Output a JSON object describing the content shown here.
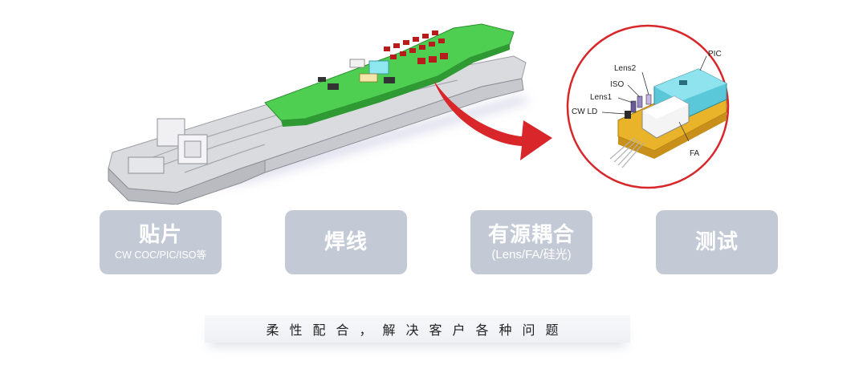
{
  "callout": {
    "labels": {
      "pic": "PIC",
      "lens2": "Lens2",
      "iso": "ISO",
      "lens1": "Lens1",
      "cw_ld": "CW LD",
      "fa": "FA"
    },
    "ring_color": "#d8262b",
    "arrow_color": "#d8262b"
  },
  "steps": [
    {
      "title": "贴片",
      "subtitle": "CW COC/PIC/ISO等"
    },
    {
      "title": "焊线",
      "subtitle": ""
    },
    {
      "title": "有源耦合",
      "subtitle": "(Lens/FA/硅光)"
    },
    {
      "title": "测试",
      "subtitle": ""
    }
  ],
  "tagline": "柔性配合，解决客户各种问题",
  "colors": {
    "step_bg": "#c3cad6",
    "pcb_green": "#4fcf52",
    "housing_gray": "#d9dadd",
    "submount_gold": "#e9b42a",
    "pic_cyan": "#5ac8d8"
  }
}
